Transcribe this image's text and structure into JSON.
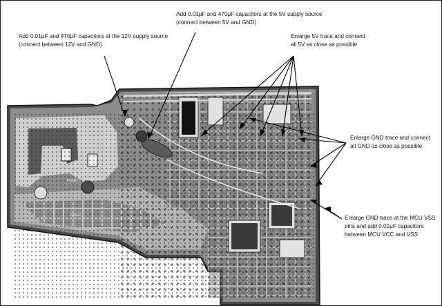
{
  "annotations": {
    "supply_12v": {
      "line1": "Add 0.01μF and 470μF capacitors at the 12V supply source",
      "line2": "(connect between 12V and GND)"
    },
    "supply_5v": {
      "line1": "Add 0.01μF and 470μF capacitors at the 5V supply source",
      "line2": "(connect between 5V and GND)"
    },
    "enlarge_5v": {
      "line1": "Enlarge 5V trace and connect",
      "line2": "all 5V as close as possible"
    },
    "enlarge_gnd": {
      "line1": "Enlarge GND trace and connect",
      "line2": "all GND as close as possible"
    },
    "mcu_vss": {
      "line1": "Enlarge GND trace at the MCU VSS",
      "line2": "pins and add 0.01μF capacitors",
      "line3": "between MCU VCC and VSS"
    }
  },
  "board_labels": {
    "fuse1": "FUSE1",
    "fuse2": "FUSE2"
  },
  "colors": {
    "board_dark": "#3a3a3a",
    "board_mid": "#8a8a8a",
    "trace_light": "#d9d9d9",
    "leader": "#000000"
  }
}
